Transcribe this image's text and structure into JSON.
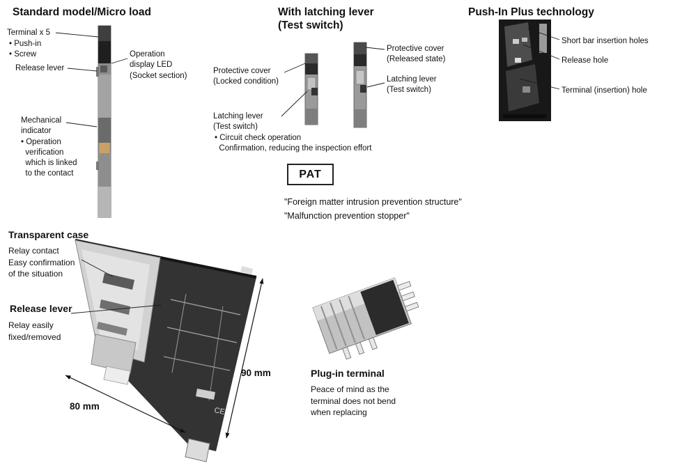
{
  "standard": {
    "title": "Standard model/Micro load",
    "terminal_label": "Terminal x 5",
    "terminal_bullets": "• Push-in\n• Screw",
    "release_lever_label": "Release lever",
    "operation_led_label": "Operation\ndisplay LED\n(Socket section)",
    "mechanical_label": "Mechanical\nindicator\n• Operation\n  verification\n  which is linked\n  to the contact"
  },
  "latching": {
    "title": "With latching lever\n(Test switch)",
    "protective_locked": "Protective cover\n(Locked condition)",
    "lever_left": "Latching lever\n(Test switch)",
    "lever_notes": "• Circuit check operation\n  Confirmation, reducing the inspection effort",
    "protective_released": "Protective cover\n(Released state)",
    "lever_right": "Latching lever\n(Test switch)"
  },
  "pat": {
    "label": "PAT",
    "quote1": "\"Foreign matter intrusion prevention structure\"",
    "quote2": "\"Malfunction prevention stopper\""
  },
  "pushin": {
    "title": "Push-In Plus technology",
    "short_bar": "Short bar insertion holes",
    "release_hole": "Release hole",
    "terminal_hole": "Terminal (insertion) hole"
  },
  "bottom": {
    "transparent_title": "Transparent case",
    "transparent_desc": "Relay contact\nEasy confirmation\nof the situation",
    "release_title": "Release lever",
    "release_desc": "Relay easily\nfixed/removed",
    "dim_height": "90 mm",
    "dim_width": "80 mm",
    "plugin_title": "Plug-in terminal",
    "plugin_desc": "Peace of mind as the\nterminal does not bend\nwhen replacing"
  }
}
